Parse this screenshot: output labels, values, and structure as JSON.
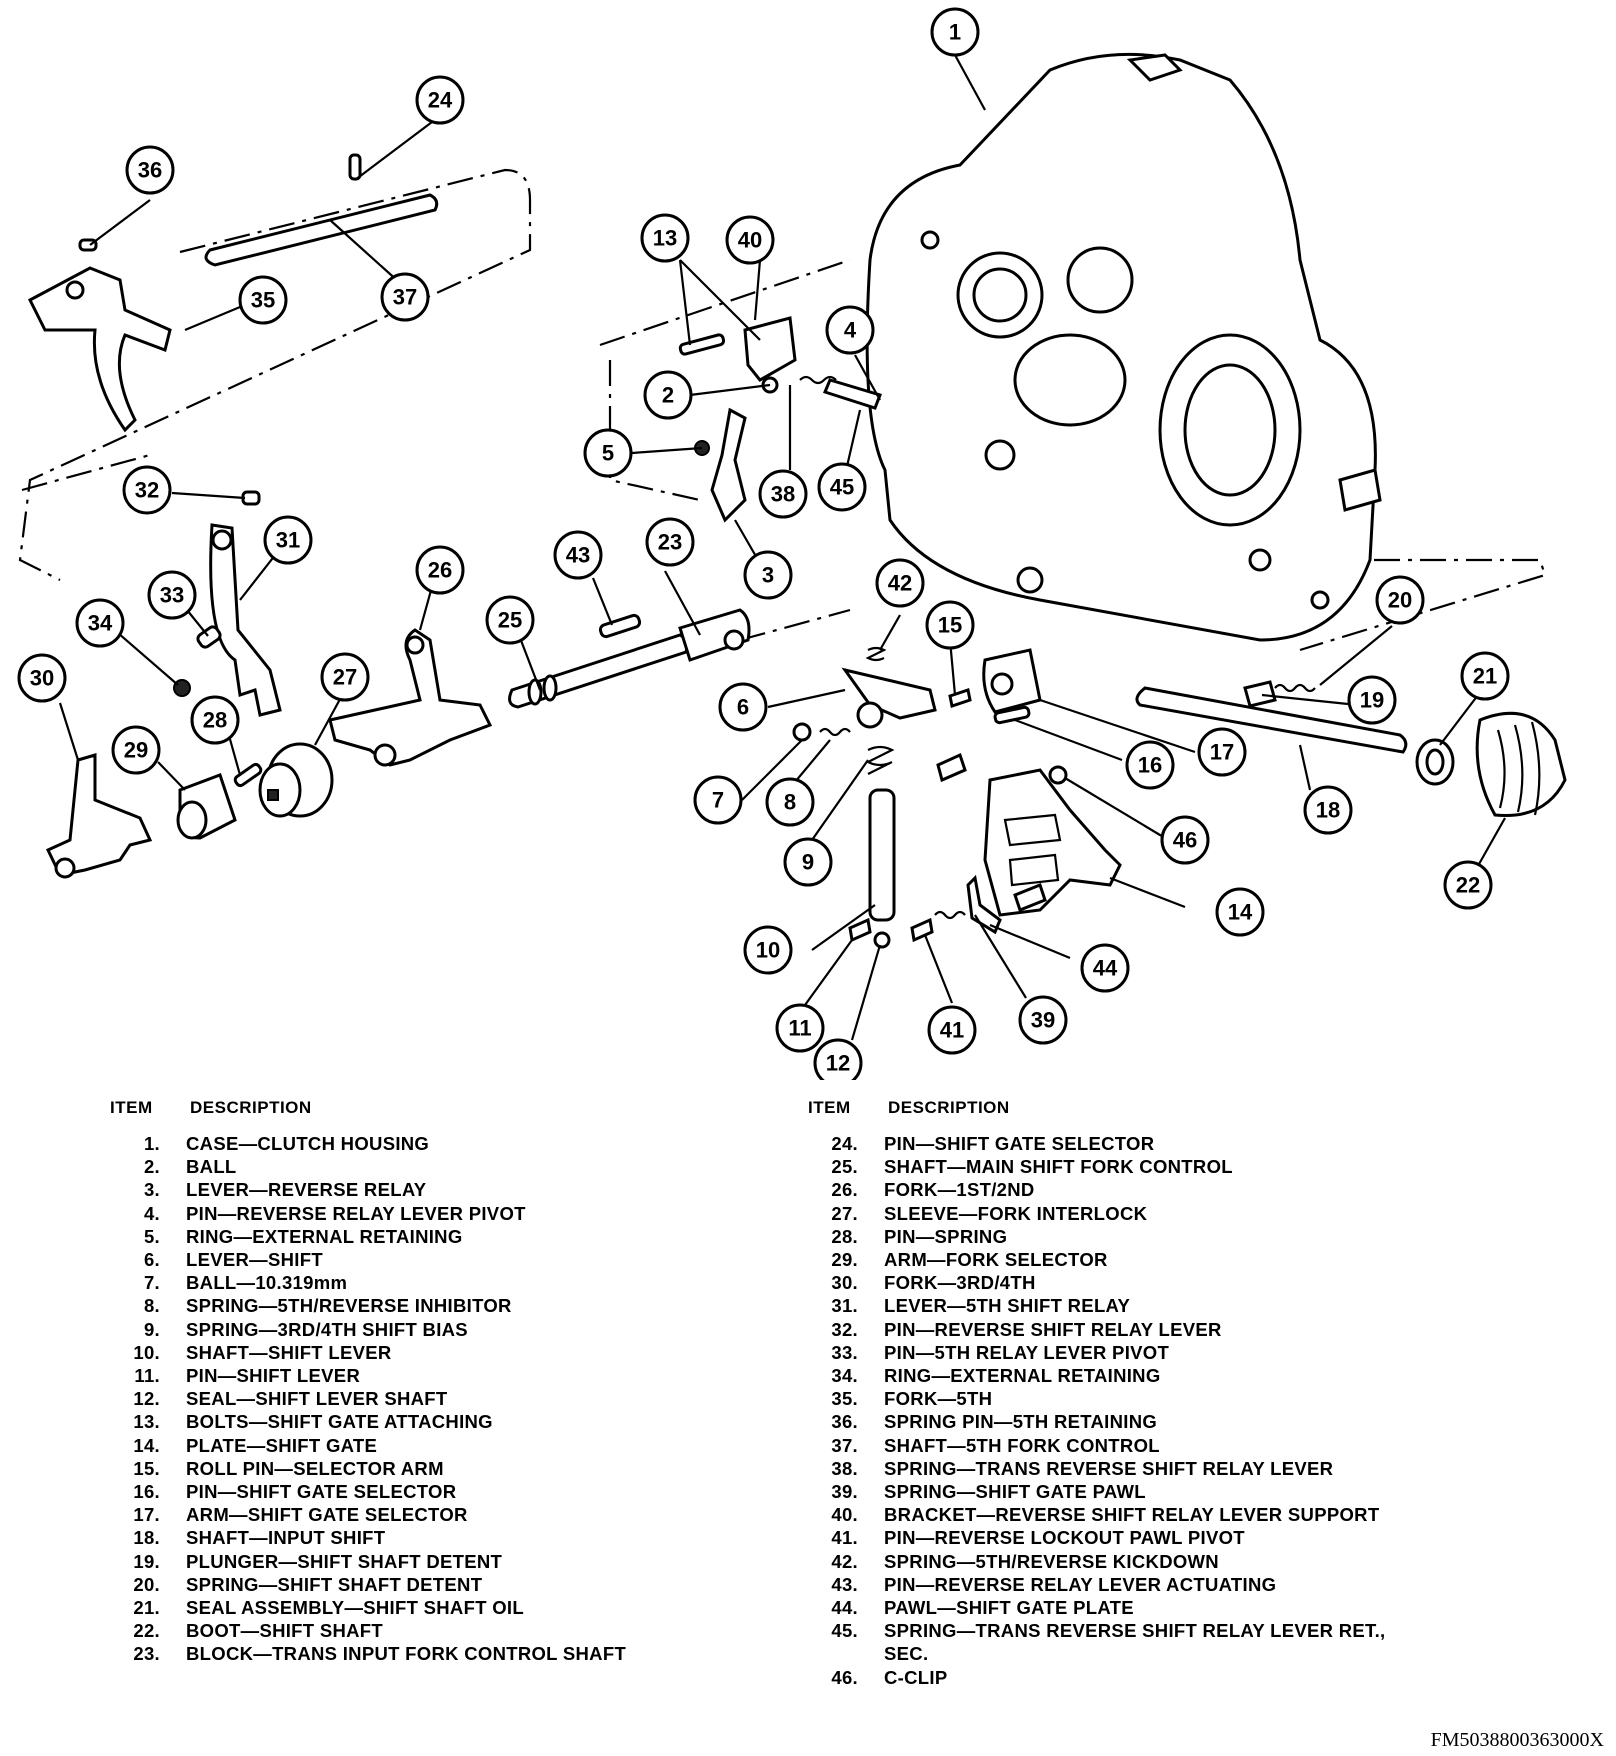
{
  "legend_header": {
    "item": "ITEM",
    "description": "DESCRIPTION"
  },
  "legend_left": [
    {
      "num": "1.",
      "desc": "CASE—CLUTCH HOUSING"
    },
    {
      "num": "2.",
      "desc": "BALL"
    },
    {
      "num": "3.",
      "desc": "LEVER—REVERSE RELAY"
    },
    {
      "num": "4.",
      "desc": "PIN—REVERSE RELAY LEVER PIVOT"
    },
    {
      "num": "5.",
      "desc": "RING—EXTERNAL RETAINING"
    },
    {
      "num": "6.",
      "desc": "LEVER—SHIFT"
    },
    {
      "num": "7.",
      "desc": "BALL—10.319mm"
    },
    {
      "num": "8.",
      "desc": "SPRING—5TH/REVERSE INHIBITOR"
    },
    {
      "num": "9.",
      "desc": "SPRING—3RD/4TH SHIFT BIAS"
    },
    {
      "num": "10.",
      "desc": "SHAFT—SHIFT LEVER"
    },
    {
      "num": "11.",
      "desc": "PIN—SHIFT LEVER"
    },
    {
      "num": "12.",
      "desc": "SEAL—SHIFT LEVER SHAFT"
    },
    {
      "num": "13.",
      "desc": "BOLTS—SHIFT GATE ATTACHING"
    },
    {
      "num": "14.",
      "desc": "PLATE—SHIFT GATE"
    },
    {
      "num": "15.",
      "desc": "ROLL PIN—SELECTOR ARM"
    },
    {
      "num": "16.",
      "desc": "PIN—SHIFT GATE SELECTOR"
    },
    {
      "num": "17.",
      "desc": "ARM—SHIFT GATE SELECTOR"
    },
    {
      "num": "18.",
      "desc": "SHAFT—INPUT SHIFT"
    },
    {
      "num": "19.",
      "desc": "PLUNGER—SHIFT SHAFT DETENT"
    },
    {
      "num": "20.",
      "desc": "SPRING—SHIFT SHAFT DETENT"
    },
    {
      "num": "21.",
      "desc": "SEAL ASSEMBLY—SHIFT SHAFT OIL"
    },
    {
      "num": "22.",
      "desc": "BOOT—SHIFT SHAFT"
    },
    {
      "num": "23.",
      "desc": "BLOCK—TRANS INPUT FORK CONTROL SHAFT"
    }
  ],
  "legend_right": [
    {
      "num": "24.",
      "desc": "PIN—SHIFT GATE SELECTOR"
    },
    {
      "num": "25.",
      "desc": "SHAFT—MAIN SHIFT FORK CONTROL"
    },
    {
      "num": "26.",
      "desc": "FORK—1ST/2ND"
    },
    {
      "num": "27.",
      "desc": "SLEEVE—FORK INTERLOCK"
    },
    {
      "num": "28.",
      "desc": "PIN—SPRING"
    },
    {
      "num": "29.",
      "desc": "ARM—FORK SELECTOR"
    },
    {
      "num": "30.",
      "desc": "FORK—3RD/4TH"
    },
    {
      "num": "31.",
      "desc": "LEVER—5TH SHIFT RELAY"
    },
    {
      "num": "32.",
      "desc": "PIN—REVERSE SHIFT RELAY LEVER"
    },
    {
      "num": "33.",
      "desc": "PIN—5TH RELAY LEVER PIVOT"
    },
    {
      "num": "34.",
      "desc": "RING—EXTERNAL RETAINING"
    },
    {
      "num": "35.",
      "desc": "FORK—5TH"
    },
    {
      "num": "36.",
      "desc": "SPRING PIN—5TH RETAINING"
    },
    {
      "num": "37.",
      "desc": "SHAFT—5TH FORK CONTROL"
    },
    {
      "num": "38.",
      "desc": "SPRING—TRANS REVERSE SHIFT RELAY LEVER"
    },
    {
      "num": "39.",
      "desc": "SPRING—SHIFT GATE PAWL"
    },
    {
      "num": "40.",
      "desc": "BRACKET—REVERSE SHIFT RELAY LEVER SUPPORT"
    },
    {
      "num": "41.",
      "desc": "PIN—REVERSE LOCKOUT PAWL PIVOT"
    },
    {
      "num": "42.",
      "desc": "SPRING—5TH/REVERSE KICKDOWN"
    },
    {
      "num": "43.",
      "desc": "PIN—REVERSE RELAY LEVER ACTUATING"
    },
    {
      "num": "44.",
      "desc": "PAWL—SHIFT GATE PLATE"
    },
    {
      "num": "45.",
      "desc": "SPRING—TRANS REVERSE SHIFT RELAY LEVER RET., SEC."
    },
    {
      "num": "46.",
      "desc": "C-CLIP"
    }
  ],
  "callouts": [
    "1",
    "2",
    "3",
    "4",
    "5",
    "6",
    "7",
    "8",
    "9",
    "10",
    "11",
    "12",
    "13",
    "14",
    "15",
    "16",
    "17",
    "18",
    "19",
    "20",
    "21",
    "22",
    "23",
    "24",
    "25",
    "26",
    "27",
    "28",
    "29",
    "30",
    "31",
    "32",
    "33",
    "34",
    "35",
    "36",
    "37",
    "38",
    "39",
    "40",
    "41",
    "42",
    "43",
    "44",
    "45",
    "46"
  ],
  "figure_code": "FM5038800363000X"
}
